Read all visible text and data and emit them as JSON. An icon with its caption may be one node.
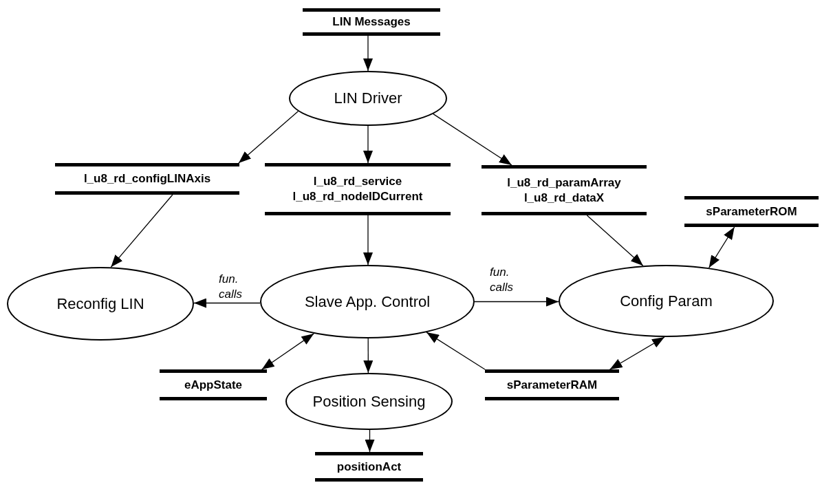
{
  "diagram": {
    "nodes": [
      {
        "text": [
          "LIN Messages"
        ]
      },
      {
        "text": [
          "LIN Driver"
        ]
      },
      {
        "text": [
          "l_u8_rd_configLINAxis"
        ]
      },
      {
        "text": [
          "l_u8_rd_service",
          "l_u8_rd_nodeIDCurrent"
        ]
      },
      {
        "text": [
          "l_u8_rd_paramArray",
          "l_u8_rd_dataX"
        ]
      },
      {
        "text": [
          "sParameterROM"
        ]
      },
      {
        "text": [
          "Reconfig LIN"
        ]
      },
      {
        "text": [
          "Slave App. Control"
        ]
      },
      {
        "text": [
          "Config Param"
        ]
      },
      {
        "text": [
          "eAppState"
        ]
      },
      {
        "text": [
          "Position Sensing"
        ]
      },
      {
        "text": [
          "sParameterRAM"
        ]
      },
      {
        "text": [
          "positionAct"
        ]
      }
    ],
    "edges": [
      {
        "from": 0,
        "to": 1,
        "arrow": "to"
      },
      {
        "from": 1,
        "to": 2,
        "arrow": "to"
      },
      {
        "from": 1,
        "to": 3,
        "arrow": "to"
      },
      {
        "from": 1,
        "to": 4,
        "arrow": "to"
      },
      {
        "from": 2,
        "to": 6,
        "arrow": "to"
      },
      {
        "from": 3,
        "to": 7,
        "arrow": "to"
      },
      {
        "from": 4,
        "to": 8,
        "arrow": "to"
      },
      {
        "from": 5,
        "to": 8,
        "arrow": "both"
      },
      {
        "from": 7,
        "to": 6,
        "arrow": "to",
        "label": "fun. calls"
      },
      {
        "from": 7,
        "to": 8,
        "arrow": "to",
        "label": "fun. calls"
      },
      {
        "from": 9,
        "to": 7,
        "arrow": "both"
      },
      {
        "from": 7,
        "to": 10,
        "arrow": "to"
      },
      {
        "from": 11,
        "to": 7,
        "arrow": "to"
      },
      {
        "from": 11,
        "to": 8,
        "arrow": "both"
      },
      {
        "from": 10,
        "to": 12,
        "arrow": "to"
      }
    ]
  }
}
